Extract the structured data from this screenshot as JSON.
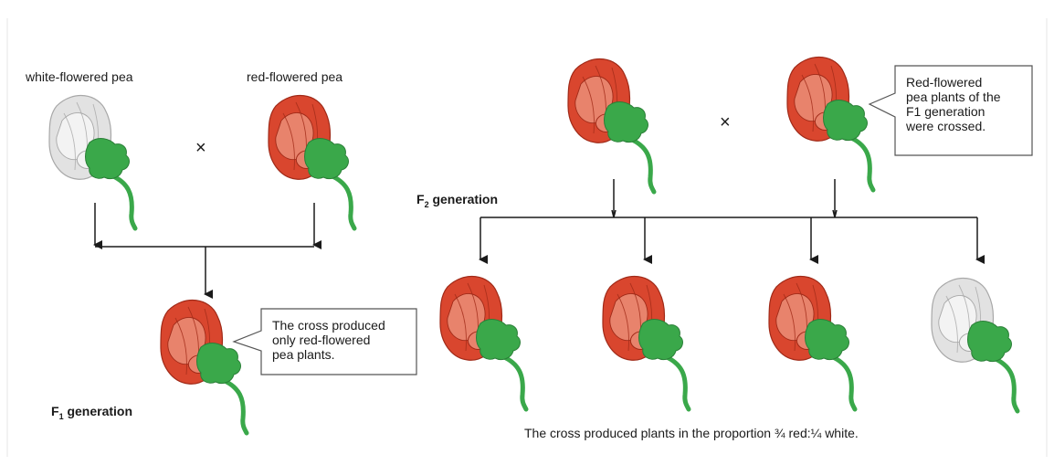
{
  "left_panel": {
    "parent_white_label": "white-flowered pea",
    "parent_red_label": "red-flowered pea",
    "cross_symbol": "×",
    "callout": [
      "The cross produced",
      "only red-flowered",
      "pea plants."
    ],
    "generation": {
      "prefix": "F",
      "sub": "1",
      "suffix": " generation"
    }
  },
  "right_panel": {
    "cross_symbol": "×",
    "callout": [
      "Red-flowered",
      "pea plants of the",
      "F1 generation",
      "were crossed."
    ],
    "generation": {
      "prefix": "F",
      "sub": "2",
      "suffix": " generation"
    },
    "caption": "The cross produced plants in the proportion ¾ red:¼ white."
  },
  "colors": {
    "red_petal": "#d9462e",
    "red_petal_light": "#e8836c",
    "white_petal": "#e2e2e2",
    "white_petal_line": "#a8a8a8",
    "stem_green": "#3aa84a",
    "arrow": "#1a1a1a",
    "callout_border": "#555555"
  },
  "flowers": [
    {
      "name": "parent-white-flower",
      "color": "white"
    },
    {
      "name": "parent-red-flower",
      "color": "red"
    },
    {
      "name": "f1-red-flower",
      "color": "red"
    },
    {
      "name": "f1-parent-a-flower",
      "color": "red"
    },
    {
      "name": "f1-parent-b-flower",
      "color": "red"
    },
    {
      "name": "f2-red-flower-1",
      "color": "red"
    },
    {
      "name": "f2-red-flower-2",
      "color": "red"
    },
    {
      "name": "f2-red-flower-3",
      "color": "red"
    },
    {
      "name": "f2-white-flower",
      "color": "white"
    }
  ]
}
